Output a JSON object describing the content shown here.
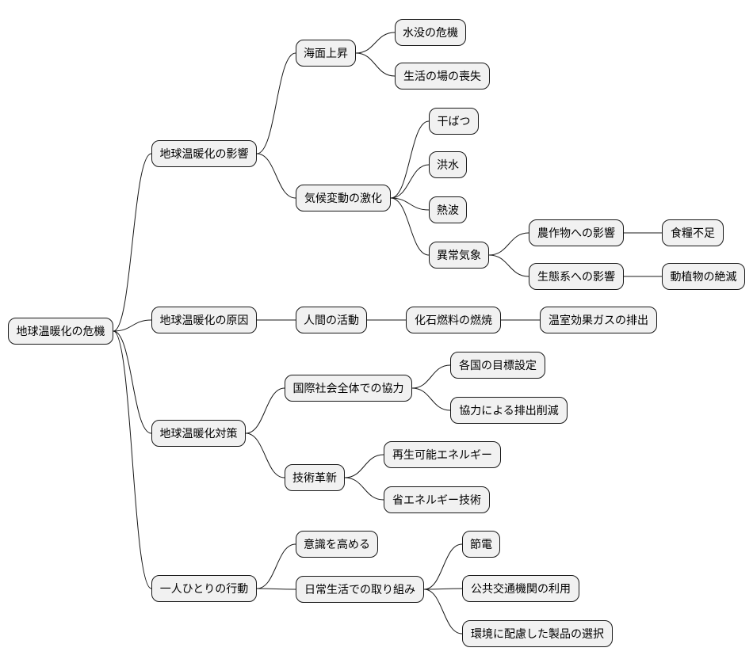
{
  "root": "地球温暖化の危機",
  "branches": {
    "impact": {
      "label": "地球温暖化の影響",
      "sea": {
        "label": "海面上昇",
        "a": "水没の危機",
        "b": "生活の場の喪失"
      },
      "climate": {
        "label": "気候変動の激化",
        "drought": "干ばつ",
        "flood": "洪水",
        "heat": "熱波",
        "extreme": {
          "label": "異常気象",
          "crops": {
            "label": "農作物への影響",
            "leaf": "食糧不足"
          },
          "eco": {
            "label": "生態系への影響",
            "leaf": "動植物の絶滅"
          }
        }
      }
    },
    "cause": {
      "label": "地球温暖化の原因",
      "human": "人間の活動",
      "fossil": "化石燃料の燃焼",
      "ghg": "温室効果ガスの排出"
    },
    "measures": {
      "label": "地球温暖化対策",
      "intl": {
        "label": "国際社会全体での協力",
        "a": "各国の目標設定",
        "b": "協力による排出削減"
      },
      "tech": {
        "label": "技術革新",
        "a": "再生可能エネルギー",
        "b": "省エネルギー技術"
      }
    },
    "action": {
      "label": "一人ひとりの行動",
      "aware": "意識を高める",
      "daily": {
        "label": "日常生活での取り組み",
        "a": "節電",
        "b": "公共交通機関の利用",
        "c": "環境に配慮した製品の選択"
      }
    }
  }
}
